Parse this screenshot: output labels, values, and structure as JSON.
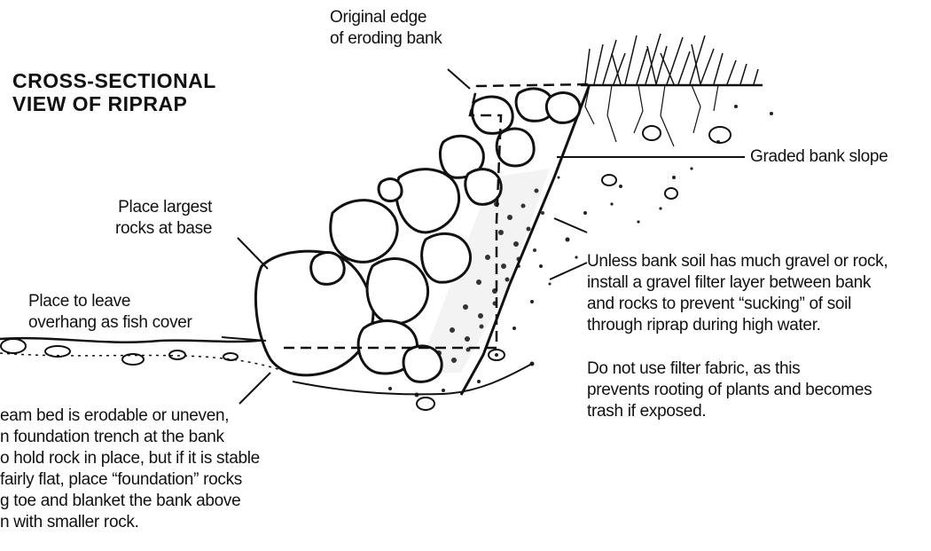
{
  "title": {
    "line1": "CROSS-SECTIONAL",
    "line2": "VIEW OF RIPRAP"
  },
  "labels": {
    "original_edge": [
      "Original edge",
      "of eroding bank"
    ],
    "graded_slope": "Graded bank slope",
    "largest_rocks": [
      "Place largest",
      "rocks at base"
    ],
    "overhang": [
      "Place to leave",
      "overhang as fish cover"
    ],
    "gravel_filter": [
      "Unless bank soil has much gravel or rock,",
      "install a gravel filter layer between bank",
      "and rocks to prevent “sucking” of soil",
      "through riprap during high water."
    ],
    "filter_fabric": [
      "Do not use filter fabric, as this",
      "prevents rooting of plants and becomes",
      "trash if exposed."
    ],
    "foundation": [
      "eam bed is erodable or uneven,",
      "n foundation trench at the bank",
      "o hold rock in place, but if it is stable",
      "fairly flat, place “foundation” rocks",
      "g toe and blanket the bank above",
      "n with smaller rock."
    ]
  }
}
